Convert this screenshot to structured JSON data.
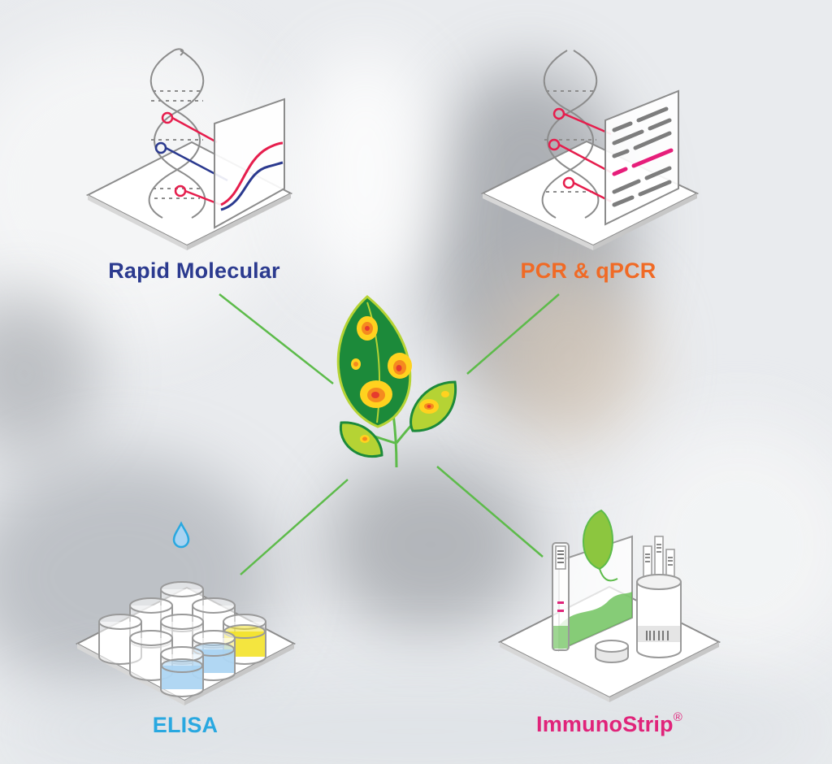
{
  "labels": {
    "rapid_molecular": "Rapid Molecular",
    "pcr_qpcr": "PCR & qPCR",
    "elisa": "ELISA",
    "immunostrip": "ImmunoStrip",
    "immunostrip_mark": "®"
  },
  "colors": {
    "rapid_molecular": "#2b3a8f",
    "pcr_qpcr": "#f06a25",
    "elisa": "#29a8e0",
    "immunostrip": "#e0247a",
    "connector": "#5dbb4a",
    "leaf_dark": "#1c8a3a",
    "leaf_light": "#b5d334",
    "spot_yellow": "#ffd21f",
    "spot_orange": "#f58a1f",
    "spot_red": "#e63b2e",
    "line_grey": "#8c8c8c",
    "curve_red": "#e61e4d",
    "curve_blue": "#2b3a8f",
    "well_blue": "#a9d3f2",
    "well_yellow": "#f3e22a"
  },
  "icons": [
    "dna-helix-icon",
    "qpcr-curve-panel-icon",
    "gel-band-panel-icon",
    "infected-plant-icon",
    "droplet-icon",
    "elisa-well-plate-icon",
    "immunostrip-kit-icon"
  ]
}
